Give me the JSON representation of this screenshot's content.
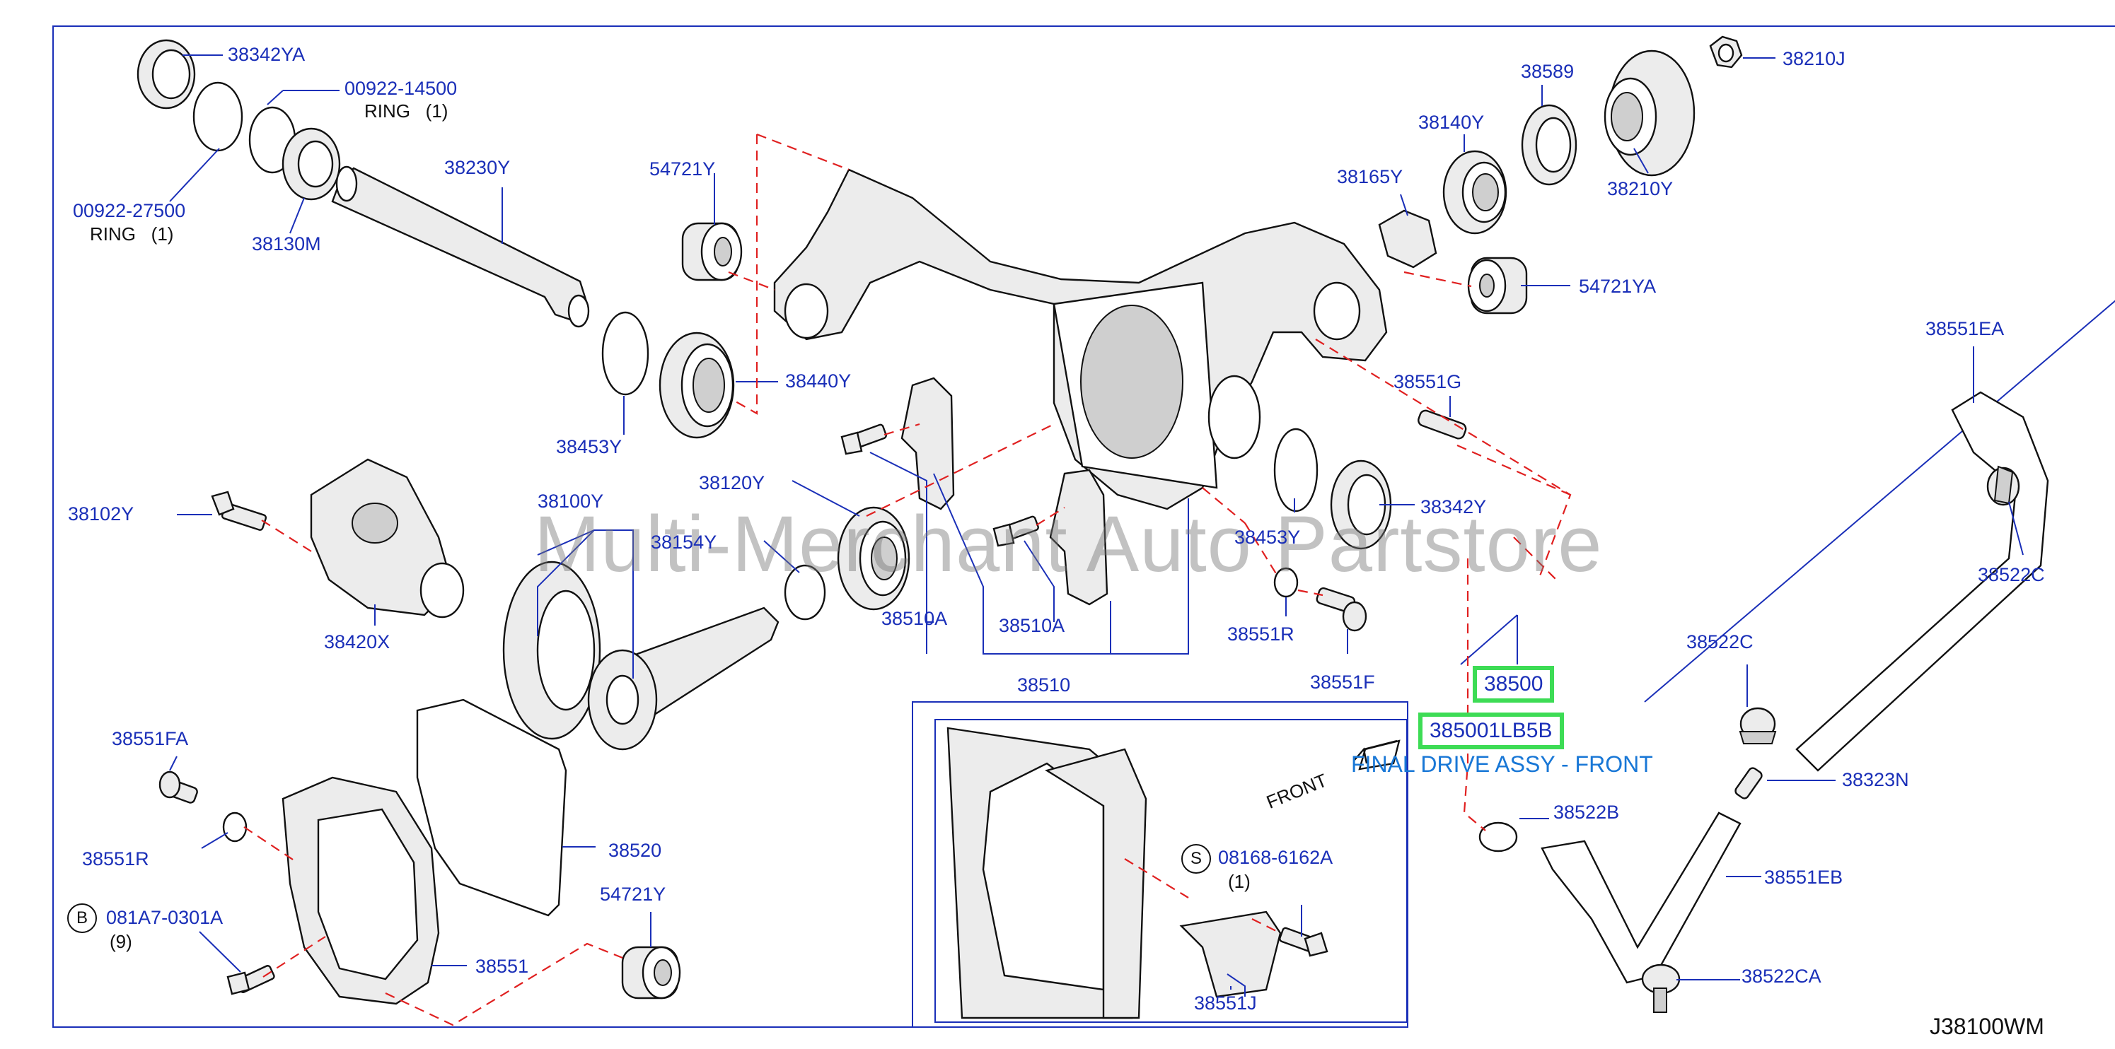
{
  "diagram_code": "J38100WM",
  "watermark": "Multi-Merchant Auto Partstore",
  "front_label": "FRONT",
  "highlight": {
    "part_number": "38500",
    "oem_number": "385001LB5B",
    "description": "FINAL DRIVE ASSY - FRONT"
  },
  "callouts": {
    "p38342YA": "38342YA",
    "p00922_14500": "00922-14500",
    "ring1": "RING",
    "qty1": "(1)",
    "p00922_27500": "00922-27500",
    "ring2": "RING",
    "qty2": "(1)",
    "p38130M": "38130M",
    "p38230Y": "38230Y",
    "p54721Y_top": "54721Y",
    "p38453Y_left": "38453Y",
    "p38440Y": "38440Y",
    "p38589": "38589",
    "p38210J": "38210J",
    "p38140Y": "38140Y",
    "p38210Y": "38210Y",
    "p38165Y": "38165Y",
    "p54721YA": "54721YA",
    "p38551EA": "38551EA",
    "p38551G": "38551G",
    "p38522C_right": "38522C",
    "p38102Y": "38102Y",
    "p38100Y": "38100Y",
    "p38120Y": "38120Y",
    "p38154Y": "38154Y",
    "p38453Y_mid": "38453Y",
    "p38342Y": "38342Y",
    "p38420X": "38420X",
    "p38510A_left": "38510A",
    "p38510A_right": "38510A",
    "p38551R_mid": "38551R",
    "p38510": "38510",
    "p38551F": "38551F",
    "p38522C_mid": "38522C",
    "p38323N": "38323N",
    "p38551FA": "38551FA",
    "p38551R_left": "38551R",
    "p38520": "38520",
    "p081A7": "081A7-0301A",
    "qty_b": "(9)",
    "p54721Y_bottom": "54721Y",
    "p38551": "38551",
    "p38522B": "38522B",
    "p38551EB": "38551EB",
    "p38522CA": "38522CA",
    "p08168": "08168-6162A",
    "qty_s": "(1)",
    "p38551J": "38551J",
    "circle_b": "B",
    "circle_s": "S"
  }
}
